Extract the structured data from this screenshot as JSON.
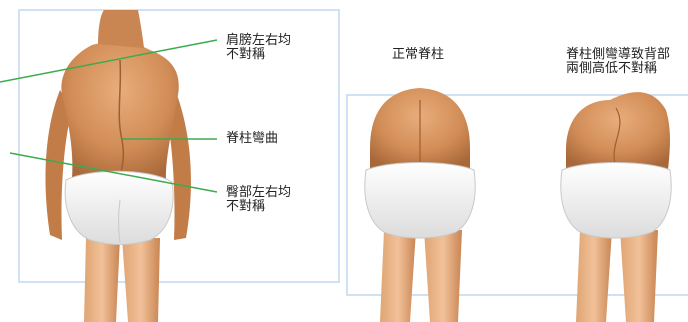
{
  "labels": {
    "shoulder": "肩膀左右均\n不對稱",
    "spine_curve": "脊柱彎曲",
    "hip": "臀部左右均\n不對稱",
    "normal_spine": "正常脊柱",
    "scoliosis_back": "脊柱側彎導致背部\n兩側高低不對稱"
  },
  "colors": {
    "frame": "#cfe1f3",
    "pointer_line": "#3daa4e",
    "skin": "#d7935e",
    "skin_shadow": "#a8683a",
    "underwear": "#f3f3f3"
  }
}
